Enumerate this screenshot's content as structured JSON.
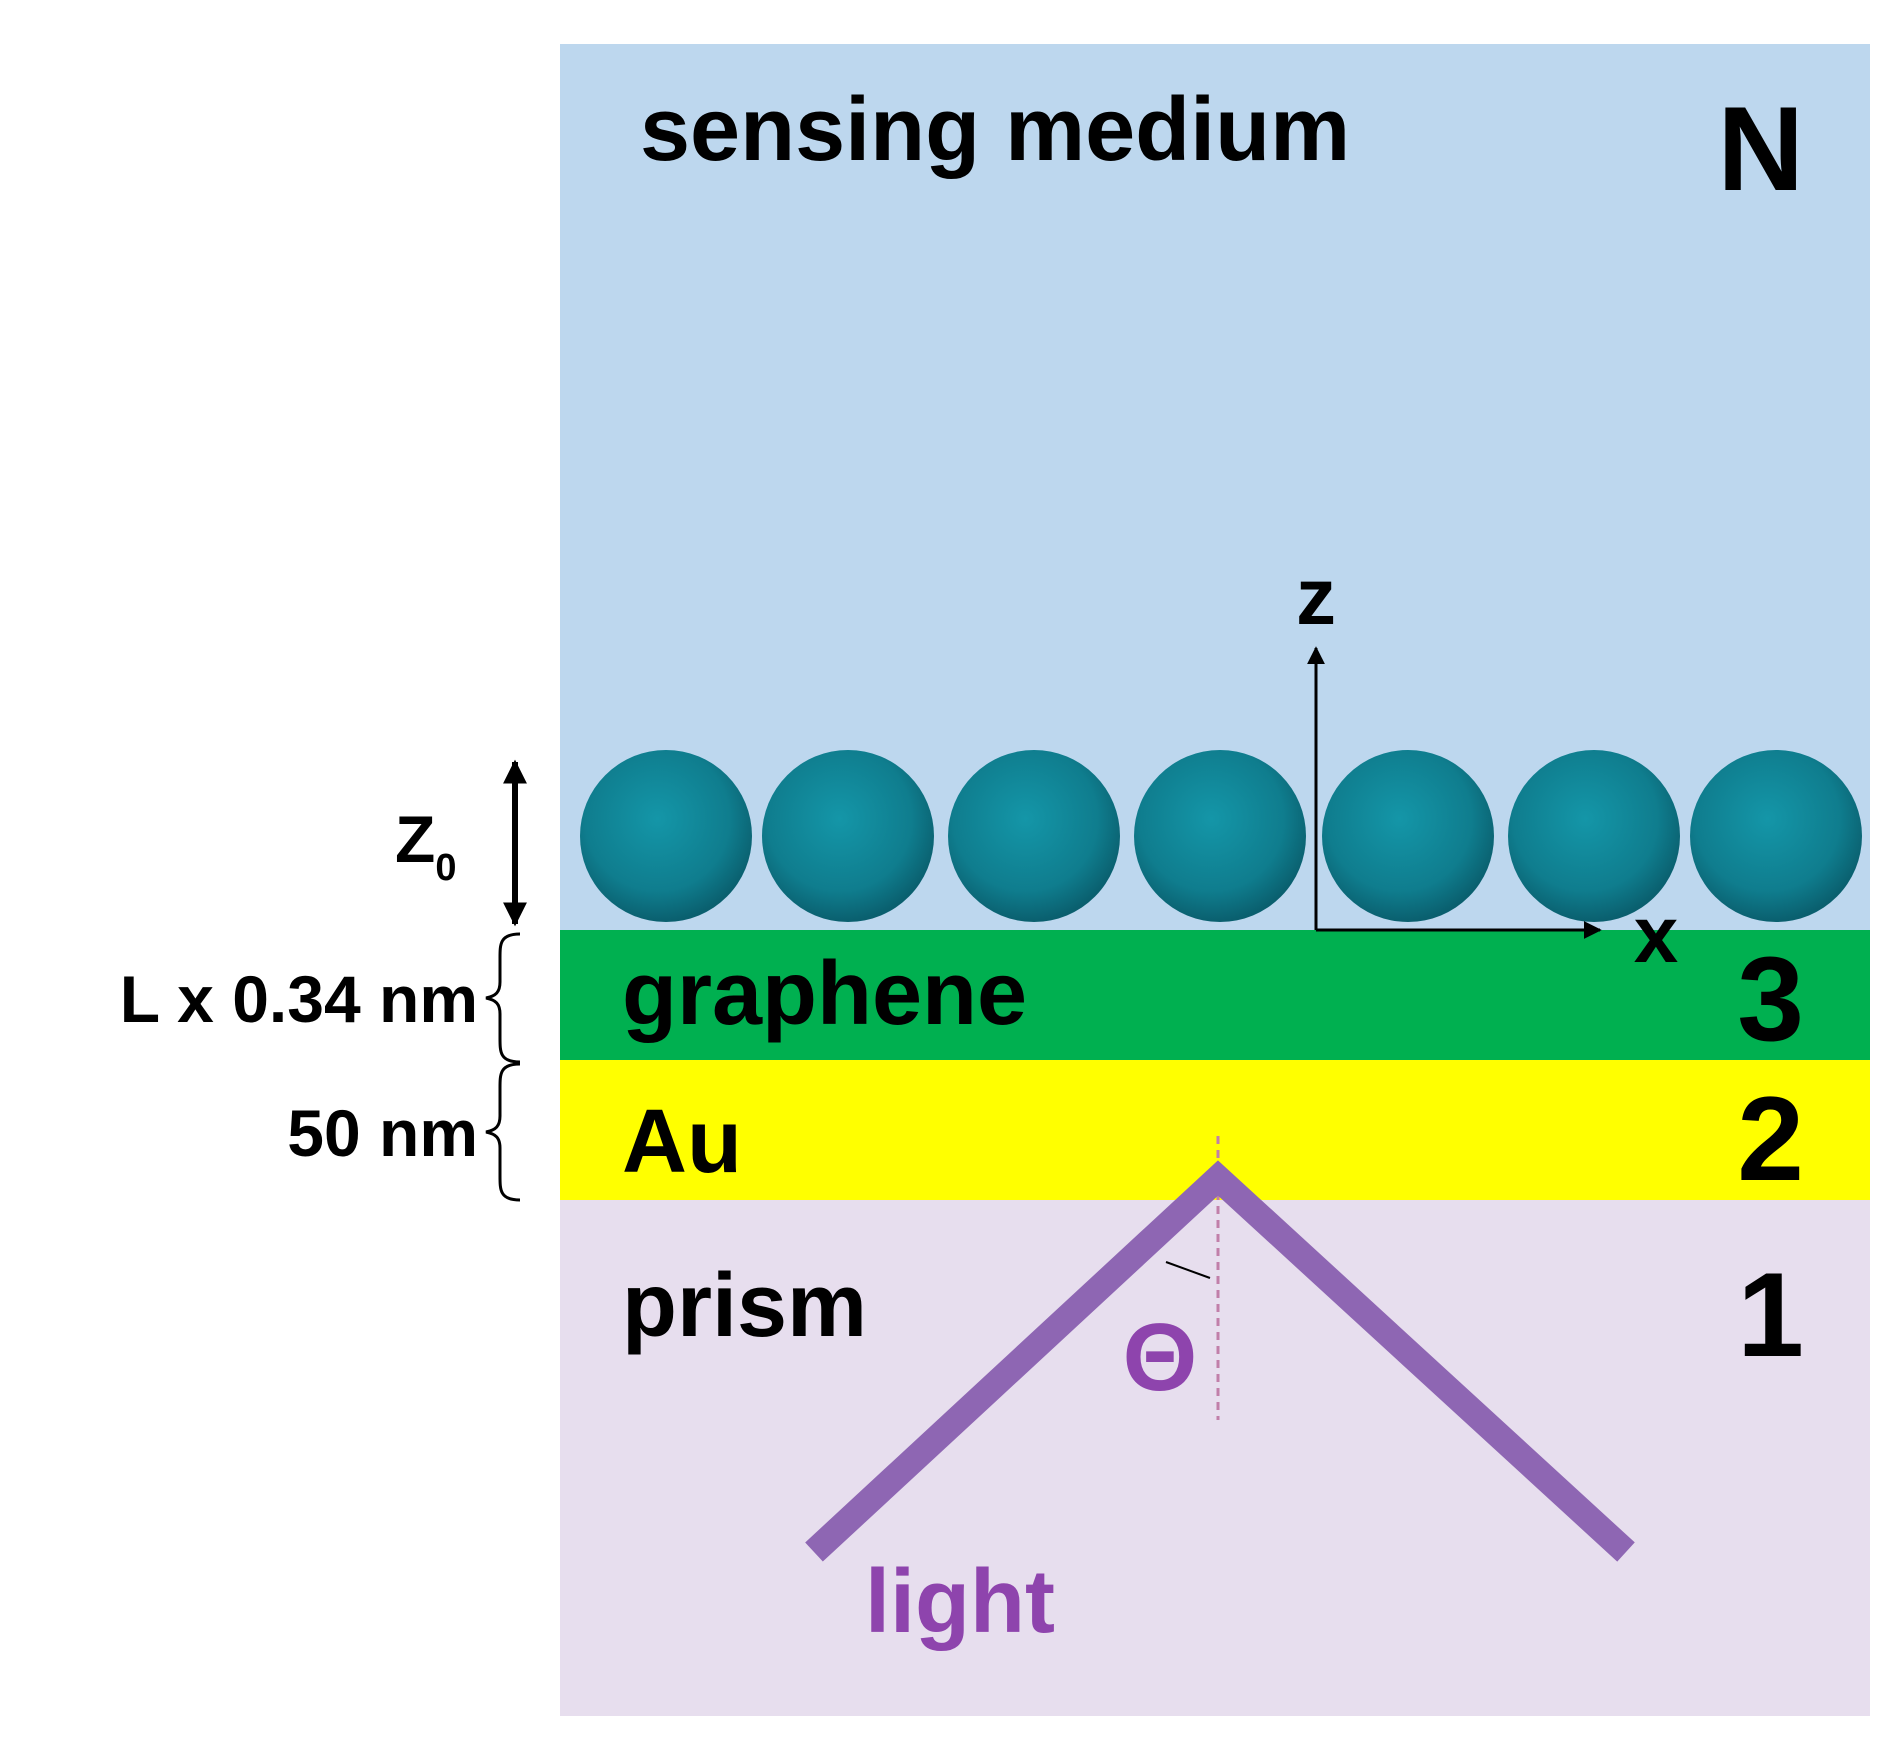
{
  "layers": {
    "sensing_medium": {
      "label": "sensing medium",
      "index": "N",
      "color": "#BDD7EE"
    },
    "graphene": {
      "label": "graphene",
      "index": "3",
      "color": "#00B050"
    },
    "gold": {
      "label": "Au",
      "index": "2",
      "color": "#FFFF00"
    },
    "prism": {
      "label": "prism",
      "index": "1",
      "color": "#E7DEEE"
    }
  },
  "dimensions": {
    "z0": {
      "main": "Z",
      "sub": "0"
    },
    "graphene_thickness": "L x 0.34 nm",
    "gold_thickness": "50 nm"
  },
  "axes": {
    "z": "z",
    "x": "x"
  },
  "beam": {
    "label": "light",
    "angle_symbol": "Θ",
    "color": "#8E66B3"
  },
  "particles": {
    "count": 7,
    "color": "#1A8A9C"
  }
}
